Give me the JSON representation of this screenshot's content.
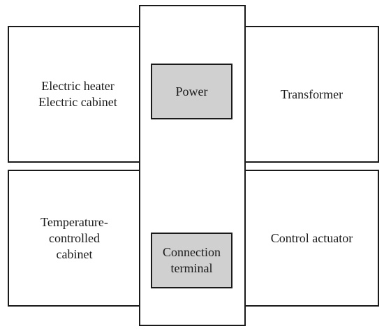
{
  "diagram": {
    "left_top": "Electric heater\nElectric cabinet",
    "left_bottom": "Temperature-\ncontrolled\ncabinet",
    "right_top": "Transformer",
    "right_bottom": "Control actuator",
    "center_top": "Power",
    "center_bottom": "Connection\nterminal"
  },
  "colors": {
    "outline": "#1a1a1a",
    "inner_fill": "#d0d0d0",
    "background": "#ffffff"
  }
}
